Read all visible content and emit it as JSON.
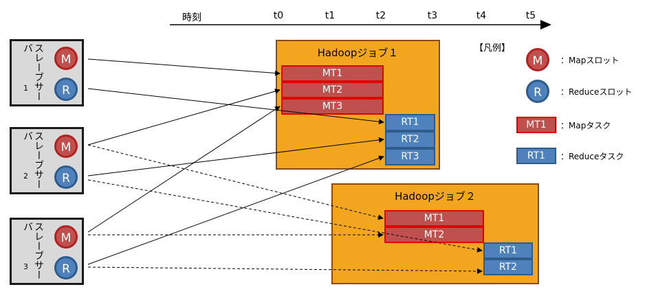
{
  "timeline": {
    "label": "時刻",
    "ticks": [
      "t0",
      "t1",
      "t2",
      "t3",
      "t4",
      "t5"
    ]
  },
  "servers": [
    {
      "label": "スレーブサーバ",
      "num": "1",
      "map_slot": "M",
      "reduce_slot": "R"
    },
    {
      "label": "スレーブサーバ",
      "num": "2",
      "map_slot": "M",
      "reduce_slot": "R"
    },
    {
      "label": "スレーブサーバ",
      "num": "3",
      "map_slot": "M",
      "reduce_slot": "R"
    }
  ],
  "jobs": [
    {
      "title": "Hadoopジョブ１",
      "map_tasks": [
        "MT1",
        "MT2",
        "MT3"
      ],
      "reduce_tasks": [
        "RT1",
        "RT2",
        "RT3"
      ]
    },
    {
      "title": "Hadoopジョブ２",
      "map_tasks": [
        "MT1",
        "MT2"
      ],
      "reduce_tasks": [
        "RT1",
        "RT2"
      ]
    }
  ],
  "legend": {
    "title": "【凡例】",
    "items": [
      {
        "symbol": "M",
        "text": "：Mapスロット"
      },
      {
        "symbol": "R",
        "text": "：Reduceスロット"
      },
      {
        "symbol": "MT1",
        "text": "：Mapタスク"
      },
      {
        "symbol": "RT1",
        "text": "：Reduceタスク"
      }
    ]
  },
  "colors": {
    "map": "#c0504d",
    "reduce": "#4f81bd",
    "job": "#f2a620",
    "server": "#d9d9d9"
  }
}
